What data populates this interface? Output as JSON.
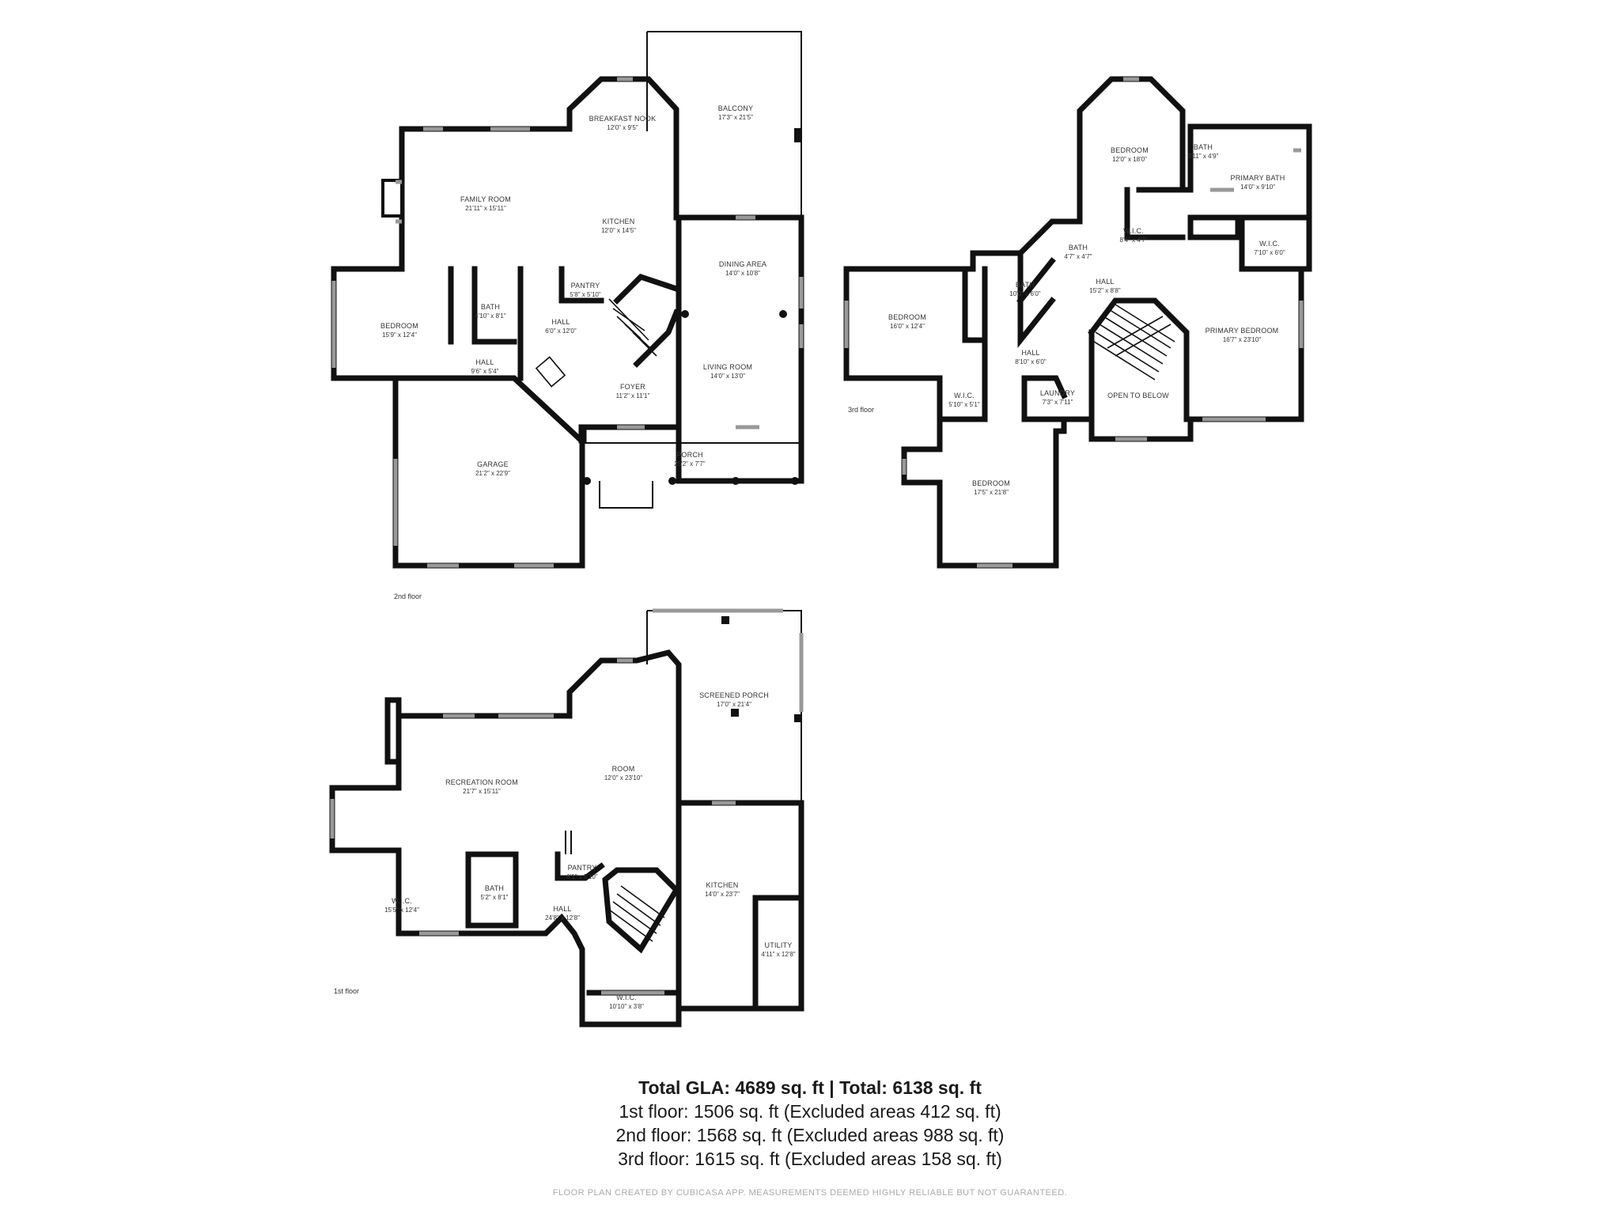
{
  "floors": {
    "second": {
      "label": "2nd floor",
      "rooms": [
        {
          "id": "family-room",
          "name": "FAMILY ROOM",
          "dim": "21'11\" x 15'11\""
        },
        {
          "id": "breakfast-nook",
          "name": "BREAKFAST NOOK",
          "dim": "12'0\" x 9'5\""
        },
        {
          "id": "balcony",
          "name": "BALCONY",
          "dim": "17'3\" x 21'5\""
        },
        {
          "id": "kitchen",
          "name": "KITCHEN",
          "dim": "12'0\" x 14'5\""
        },
        {
          "id": "dining-area",
          "name": "DINING AREA",
          "dim": "14'0\" x 10'8\""
        },
        {
          "id": "pantry",
          "name": "PANTRY",
          "dim": "5'8\" x 5'10\""
        },
        {
          "id": "bedroom",
          "name": "BEDROOM",
          "dim": "15'9\" x 12'4\""
        },
        {
          "id": "bath",
          "name": "BATH",
          "dim": "4'10\" x 8'1\""
        },
        {
          "id": "hall-a",
          "name": "HALL",
          "dim": "6'0\" x 12'0\""
        },
        {
          "id": "hall-b",
          "name": "HALL",
          "dim": "9'6\" x 5'4\""
        },
        {
          "id": "living-room",
          "name": "LIVING ROOM",
          "dim": "14'0\" x 13'0\""
        },
        {
          "id": "foyer",
          "name": "FOYER",
          "dim": "11'2\" x 11'1\""
        },
        {
          "id": "porch",
          "name": "PORCH",
          "dim": "25'2\" x 7'7\""
        },
        {
          "id": "garage",
          "name": "GARAGE",
          "dim": "21'2\" x 22'9\""
        }
      ]
    },
    "third": {
      "label": "3rd floor",
      "rooms": [
        {
          "id": "bedroom-top",
          "name": "BEDROOM",
          "dim": "12'0\" x 18'0\""
        },
        {
          "id": "bath-small",
          "name": "BATH",
          "dim": "3'11\" x 4'9\""
        },
        {
          "id": "primary-bath",
          "name": "PRIMARY BATH",
          "dim": "14'0\" x 9'10\""
        },
        {
          "id": "wic-a",
          "name": "W.I.C.",
          "dim": "8'4\" x 4'7\""
        },
        {
          "id": "wic-b",
          "name": "W.I.C.",
          "dim": "7'10\" x 6'0\""
        },
        {
          "id": "bath-mid",
          "name": "BATH",
          "dim": "4'7\" x 4'7\""
        },
        {
          "id": "bath-large",
          "name": "BATH",
          "dim": "10'0\" x 6'0\""
        },
        {
          "id": "hall-top",
          "name": "HALL",
          "dim": "15'2\" x 8'8\""
        },
        {
          "id": "bedroom-left",
          "name": "BEDROOM",
          "dim": "16'0\" x 12'4\""
        },
        {
          "id": "primary-bedroom",
          "name": "PRIMARY BEDROOM",
          "dim": "16'7\" x 23'10\""
        },
        {
          "id": "hall-low",
          "name": "HALL",
          "dim": "8'10\" x 6'0\""
        },
        {
          "id": "wic-c",
          "name": "W.I.C.",
          "dim": "5'10\" x 5'1\""
        },
        {
          "id": "laundry",
          "name": "LAUNDRY",
          "dim": "7'3\" x 7'11\""
        },
        {
          "id": "open-below",
          "name": "OPEN TO BELOW",
          "dim": ""
        },
        {
          "id": "bedroom-bottom",
          "name": "BEDROOM",
          "dim": "17'5\" x 21'8\""
        }
      ]
    },
    "first": {
      "label": "1st floor",
      "rooms": [
        {
          "id": "recreation-room",
          "name": "RECREATION ROOM",
          "dim": "21'7\" x 15'11\""
        },
        {
          "id": "room",
          "name": "ROOM",
          "dim": "12'0\" x 23'10\""
        },
        {
          "id": "screened-porch",
          "name": "SCREENED PORCH",
          "dim": "17'0\" x 21'4\""
        },
        {
          "id": "wic",
          "name": "W.I.C.",
          "dim": "15'5\" x 12'4\""
        },
        {
          "id": "bath",
          "name": "BATH",
          "dim": "5'2\" x 8'1\""
        },
        {
          "id": "pantry",
          "name": "PANTRY",
          "dim": "6'1\" x 5'10\""
        },
        {
          "id": "hall",
          "name": "HALL",
          "dim": "24'8\" x 12'8\""
        },
        {
          "id": "kitchen",
          "name": "KITCHEN",
          "dim": "14'0\" x 23'7\""
        },
        {
          "id": "utility",
          "name": "UTILITY",
          "dim": "4'11\" x 12'8\""
        },
        {
          "id": "wic-small",
          "name": "W.I.C.",
          "dim": "10'10\" x 3'8\""
        }
      ]
    }
  },
  "summary": {
    "total": "Total GLA: 4689 sq. ft | Total: 6138 sq. ft",
    "first": "1st floor: 1506 sq. ft (Excluded areas 412 sq. ft)",
    "second": "2nd floor: 1568 sq. ft (Excluded areas 988 sq. ft)",
    "third": "3rd floor: 1615 sq. ft (Excluded areas 158 sq. ft)"
  },
  "disclaimer": "FLOOR PLAN CREATED BY CUBICASA APP. MEASUREMENTS DEEMED HIGHLY RELIABLE BUT NOT GUARANTEED."
}
